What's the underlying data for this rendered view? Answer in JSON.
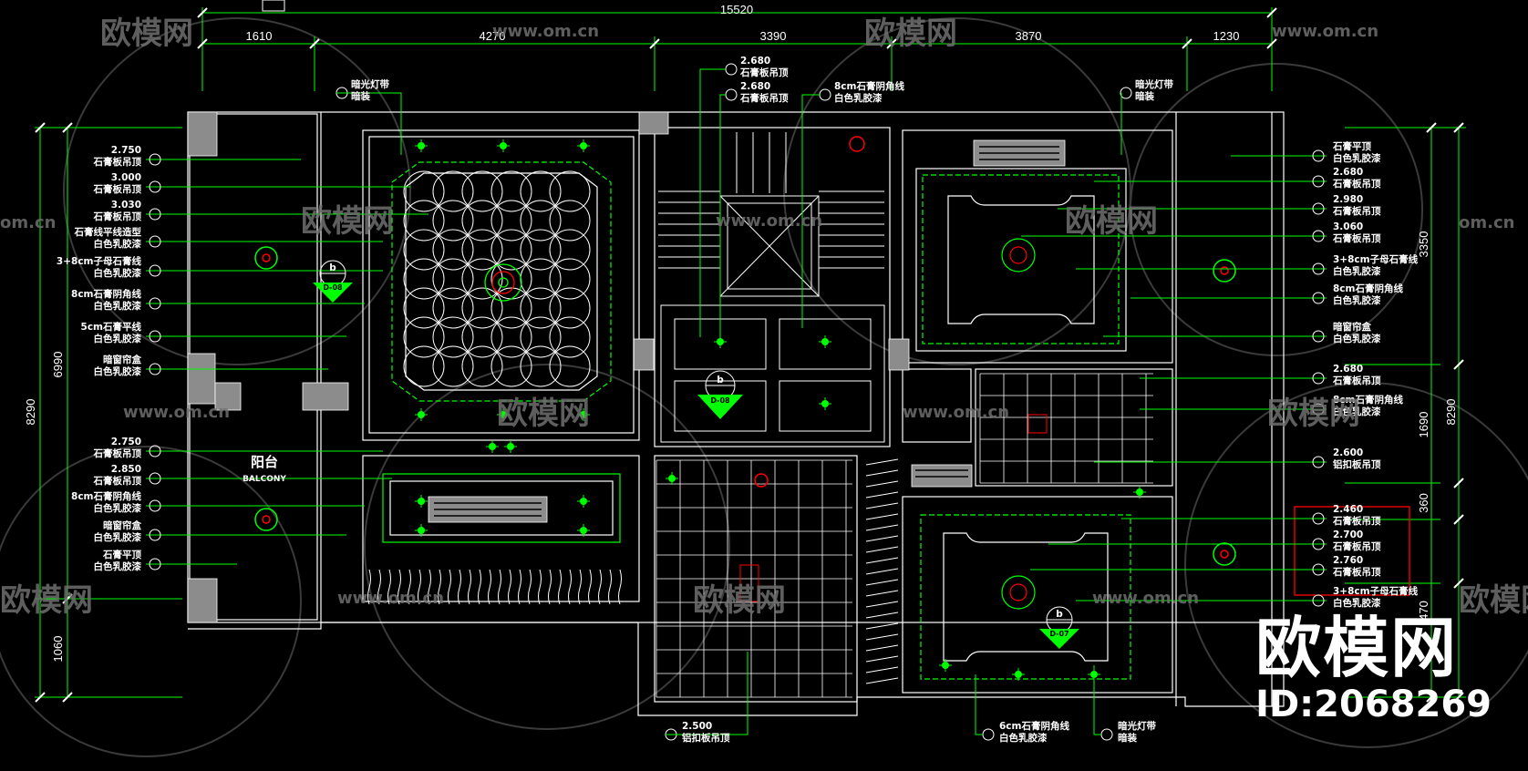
{
  "dimensions": {
    "top_total": "15520",
    "top_segments": [
      "1610",
      "4270",
      "3390",
      "3870",
      "1230"
    ],
    "left_total": "8290",
    "left_segments": [
      "6990",
      "1060"
    ],
    "right_total": "8290",
    "right_segments": [
      "3350",
      "1690",
      "360",
      "470"
    ]
  },
  "room": {
    "name_cn": "阳台",
    "name_en": "BALCONY"
  },
  "section_marks": [
    {
      "letter": "b",
      "code": "D-08"
    },
    {
      "letter": "b",
      "code": "D-08"
    },
    {
      "letter": "b",
      "code": "D-07"
    }
  ],
  "left_labels": [
    [
      "2.750",
      "石膏板吊顶"
    ],
    [
      "3.000",
      "石膏板吊顶"
    ],
    [
      "3.030",
      "石膏板吊顶"
    ],
    [
      "石膏线平线造型",
      "白色乳胶漆"
    ],
    [
      "3+8cm子母石膏线",
      "白色乳胶漆"
    ],
    [
      "8cm石膏阴角线",
      "白色乳胶漆"
    ],
    [
      "5cm石膏平线",
      "白色乳胶漆"
    ],
    [
      "暗窗帘盒",
      "白色乳胶漆"
    ],
    [
      "2.750",
      "石膏板吊顶"
    ],
    [
      "2.850",
      "石膏板吊顶"
    ],
    [
      "8cm石膏阴角线",
      "白色乳胶漆"
    ],
    [
      "暗窗帘盒",
      "白色乳胶漆"
    ],
    [
      "石膏平顶",
      "白色乳胶漆"
    ]
  ],
  "right_labels": [
    [
      "石膏平顶",
      "白色乳胶漆"
    ],
    [
      "2.680",
      "石膏板吊顶"
    ],
    [
      "2.980",
      "石膏板吊顶"
    ],
    [
      "3.060",
      "石膏板吊顶"
    ],
    [
      "3+8cm子母石膏线",
      "白色乳胶漆"
    ],
    [
      "8cm石膏阴角线",
      "白色乳胶漆"
    ],
    [
      "暗窗帘盒",
      "白色乳胶漆"
    ],
    [
      "2.680",
      "石膏板吊顶"
    ],
    [
      "8cm石膏阴角线",
      "白色乳胶漆"
    ],
    [
      "2.600",
      "铝扣板吊顶"
    ],
    [
      "2.460",
      "石膏板吊顶"
    ],
    [
      "2.700",
      "石膏板吊顶"
    ],
    [
      "2.760",
      "石膏板吊顶"
    ],
    [
      "3+8cm子母石膏线",
      "白色乳胶漆"
    ]
  ],
  "top_labels": [
    [
      "暗光灯带",
      "暗装"
    ],
    [
      "2.680",
      "石膏板吊顶"
    ],
    [
      "2.680",
      "石膏板吊顶"
    ],
    [
      "8cm石膏阴角线",
      "白色乳胶漆"
    ],
    [
      "暗光灯带",
      "暗装"
    ]
  ],
  "bottom_labels": [
    [
      "2.500",
      "铝扣板吊顶"
    ],
    [
      "6cm石膏阴角线",
      "白色乳胶漆"
    ],
    [
      "暗光灯带",
      "暗装"
    ]
  ],
  "watermark": {
    "logo": "欧模网",
    "url": "www.om.cn",
    "url_short": "om.cn"
  },
  "brand": {
    "logo": "欧模网",
    "id": "ID:2068269"
  },
  "colors": {
    "background": "#000000",
    "lines": "#00ff00",
    "walls": "#ffffff",
    "highlight": "#ff0000",
    "fill": "#8c8c8c"
  }
}
